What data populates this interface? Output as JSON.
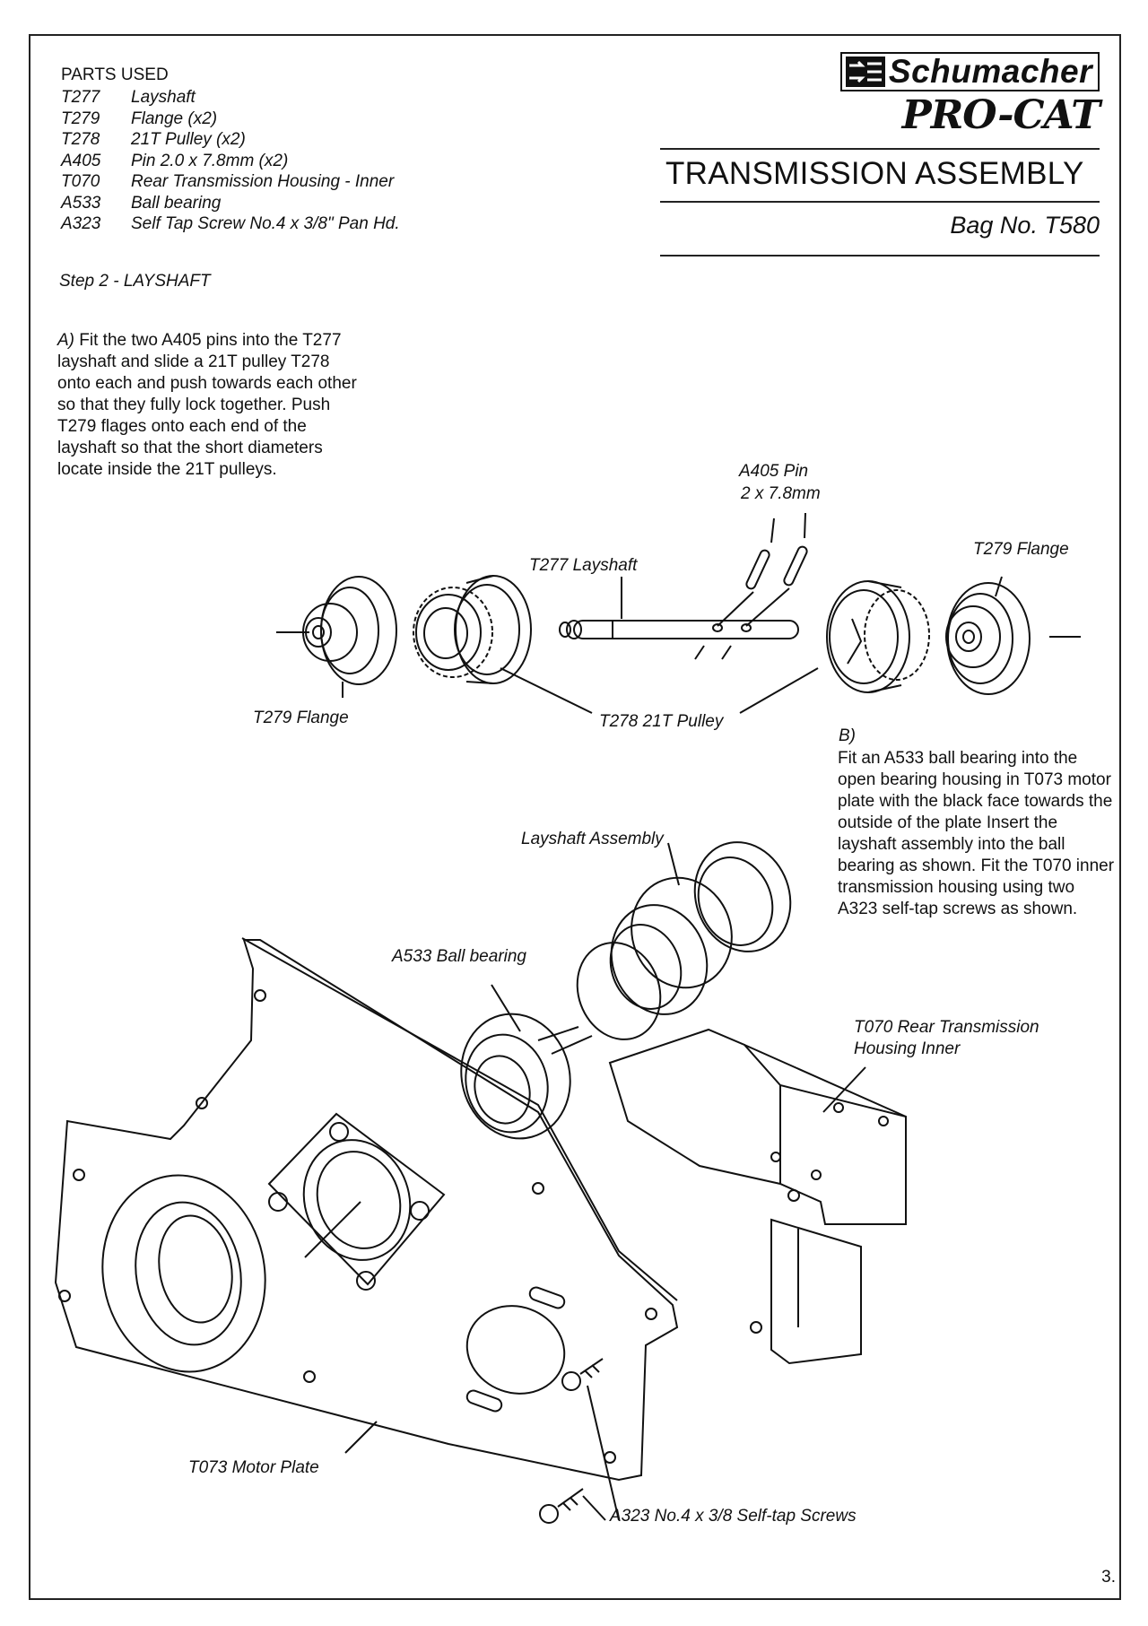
{
  "brand": {
    "name": "Schumacher",
    "product": "PRO-CAT"
  },
  "section_title": "TRANSMISSION ASSEMBLY",
  "bag_number": "Bag No. T580",
  "parts_used": {
    "heading": "PARTS USED",
    "items": [
      {
        "code": "T277",
        "desc": "Layshaft"
      },
      {
        "code": "T279",
        "desc": "Flange (x2)"
      },
      {
        "code": "T278",
        "desc": "21T Pulley (x2)"
      },
      {
        "code": "A405",
        "desc": "Pin 2.0 x 7.8mm (x2)"
      },
      {
        "code": "T070",
        "desc": "Rear Transmission Housing - Inner"
      },
      {
        "code": "A533",
        "desc": "Ball bearing"
      },
      {
        "code": "A323",
        "desc": "Self Tap Screw No.4 x 3/8\" Pan Hd."
      }
    ]
  },
  "step": "Step 2 - LAYSHAFT",
  "instruction_a": {
    "label": "A)",
    "text": "Fit the two A405 pins into the T277 layshaft and slide a 21T pulley T278 onto each and push towards each other so that they fully lock together.  Push T279 flages onto each end of the layshaft so that the short diameters locate inside the 21T pulleys."
  },
  "instruction_b": {
    "label": "B)",
    "text": "Fit an A533  ball bearing into the open bearing housing in T073 motor plate with the black face towards the outside of the plate Insert the layshaft assembly into the ball bearing as shown.  Fit the T070 inner transmission housing using two A323 self-tap screws as shown."
  },
  "diagram_labels": {
    "pin": "A405 Pin",
    "pin_size": "2 x 7.8mm",
    "layshaft": "T277 Layshaft",
    "flange_right": "T279 Flange",
    "flange_left": "T279 Flange",
    "pulley": "T278 21T Pulley",
    "layshaft_assembly": "Layshaft Assembly",
    "ball_bearing": "A533 Ball bearing",
    "housing_line1": "T070 Rear Transmission",
    "housing_line2": "Housing Inner",
    "motor_plate": "T073 Motor Plate",
    "screws": "A323 No.4 x 3/8 Self-tap Screws"
  },
  "page_number": "3."
}
